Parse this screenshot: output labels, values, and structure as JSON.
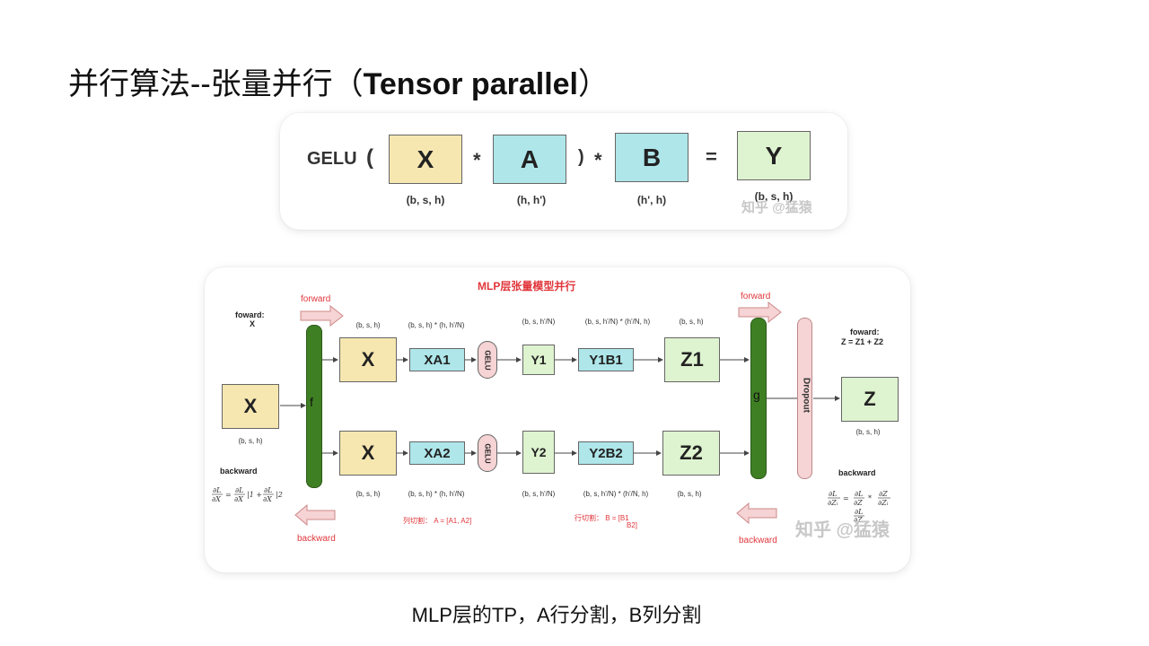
{
  "title": {
    "cn": "并行算法--张量并行（",
    "en": "Tensor parallel",
    "close": "）"
  },
  "formula": {
    "gelu": "GELU",
    "open_paren": "(",
    "x": "X",
    "x_dims": "(b, s, h)",
    "mul1": "*",
    "a": "A",
    "a_dims": "(h, h')",
    "close_paren": ")",
    "mul2": "*",
    "b": "B",
    "b_dims": "(h', h)",
    "eq": "=",
    "y": "Y",
    "y_dims": "(b, s, h)",
    "watermark": "知乎 @猛猿"
  },
  "mlp": {
    "title": "MLP层张量模型并行",
    "forward_left": "forward",
    "forward_right": "forward",
    "foward_x": "foward:",
    "foward_x_val": "X",
    "input_x": "X",
    "input_dims": "(b, s, h)",
    "backward_label": "backward",
    "backward_arrow_left": "backward",
    "backward_arrow_right": "backward",
    "f_label": "f",
    "g_label": "g",
    "dropout": "Dropout",
    "top_row": {
      "x": "X",
      "xa": "XA1",
      "gelu": "GELU",
      "y": "Y1",
      "yb": "Y1B1",
      "z": "Z1"
    },
    "bottom_row": {
      "x": "X",
      "xa": "XA2",
      "gelu": "GELU",
      "y": "Y2",
      "yb": "Y2B2",
      "z": "Z2"
    },
    "dims": {
      "x": "(b, s, h)",
      "xa": "(b, s, h) * (h, h'/N)",
      "y": "(b, s,  h'/N)",
      "yb": "(b, s, h'/N) * (h'/N, h)",
      "z": "(b, s, h)"
    },
    "output_z": "Z",
    "output_dims": "(b, s, h)",
    "foward_z": "foward:",
    "foward_z_eq": "Z = Z1 + Z2",
    "backward_right": "backward",
    "col_split": "列切割：  A = [A1, A2]",
    "row_split_1": "行切割：  B = [B1",
    "row_split_2": "B2]",
    "watermark": "知乎 @猛猿"
  },
  "caption": "MLP层的TP，A行分割，B列分割"
}
